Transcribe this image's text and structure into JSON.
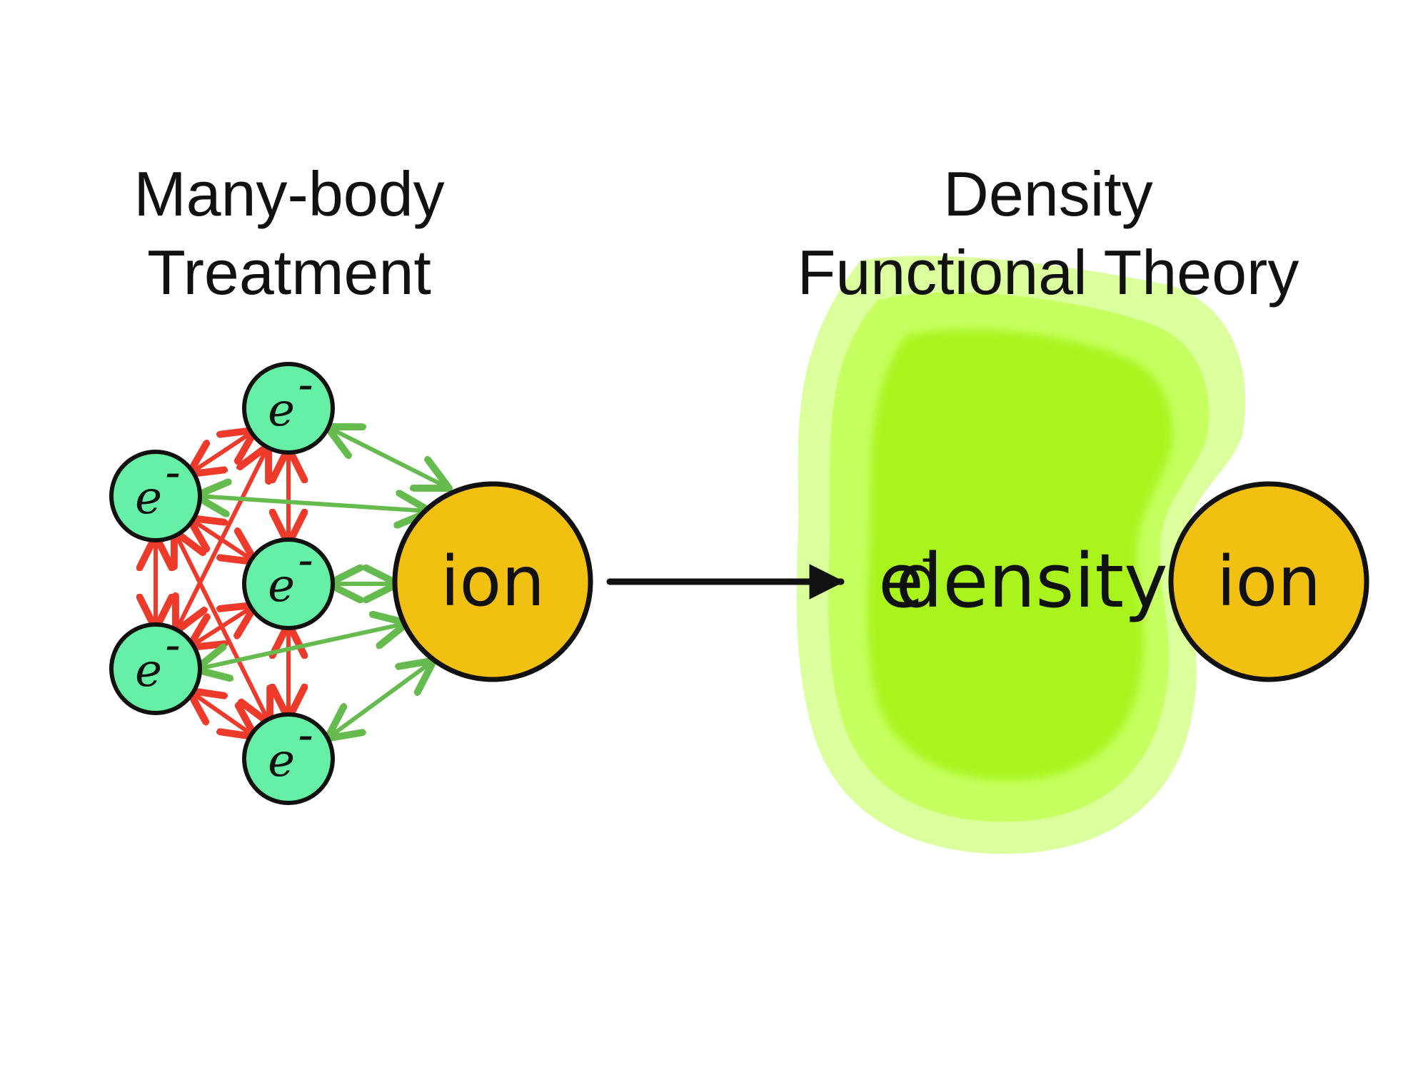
{
  "left_panel": {
    "title_line1": "Many-body",
    "title_line2": "Treatment",
    "electron_label": "e",
    "electron_charge": "-",
    "ion_label": "ion"
  },
  "right_panel": {
    "title_line1": "Density",
    "title_line2": "Functional Theory",
    "density_label_e": "e",
    "density_label_charge": "-",
    "density_label_word": "density",
    "ion_label": "ion"
  },
  "colors": {
    "electron_fill": "#66f0a6",
    "ion_fill": "#f2c011",
    "electron_electron_arrow": "#ee3a2a",
    "electron_ion_arrow": "#66bb4e",
    "density_cloud_outer": "#daff9c",
    "density_cloud_mid": "#c6ff60",
    "density_cloud_inner": "#a8f41e",
    "outline": "#111111"
  },
  "legend": []
}
